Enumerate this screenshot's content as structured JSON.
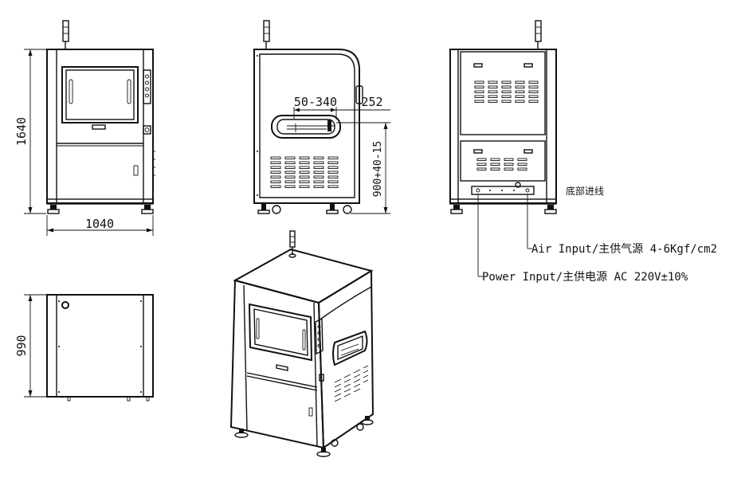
{
  "dimensions": {
    "height": "1640",
    "width": "1040",
    "depth": "990",
    "window_range": "50-340",
    "window_offset": "252",
    "pass_height": "900+40-15"
  },
  "notes": {
    "bottom_wiring": "底部进线",
    "air_input": "Air Input/主供气源 4-6Kgf/cm2",
    "power_input": "Power Input/主供电源 AC 220V±10%"
  }
}
